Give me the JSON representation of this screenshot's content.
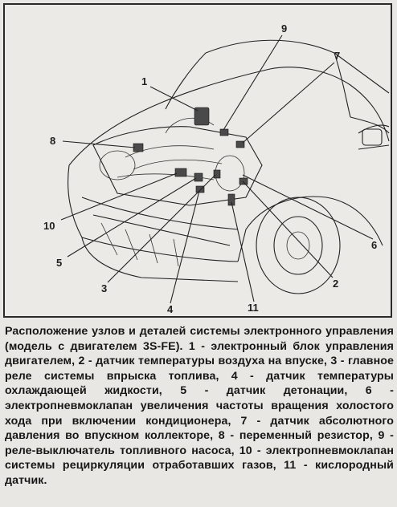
{
  "figure": {
    "callouts": [
      "1",
      "2",
      "3",
      "4",
      "5",
      "6",
      "7",
      "8",
      "9",
      "10",
      "11"
    ]
  },
  "caption": {
    "text": "Расположение узлов и деталей системы электронного управления (модель с двигателем 3S-FE). 1 - электронный блок управления двигателем, 2 - датчик температуры воздуха на впуске, 3 - главное реле системы впрыска топлива, 4 - датчик температуры охлаждающей жидкости, 5 - датчик детонации, 6 - электропневмоклапан увеличения частоты вращения холостого хода при включении кондиционера, 7 - датчик абсолютного давления во впускном коллекторе, 8 - переменный резистор, 9 - реле-выключатель топливного насоса, 10 - электропневмоклапан системы рециркуляции отработавших газов, 11 - кислородный датчик."
  }
}
